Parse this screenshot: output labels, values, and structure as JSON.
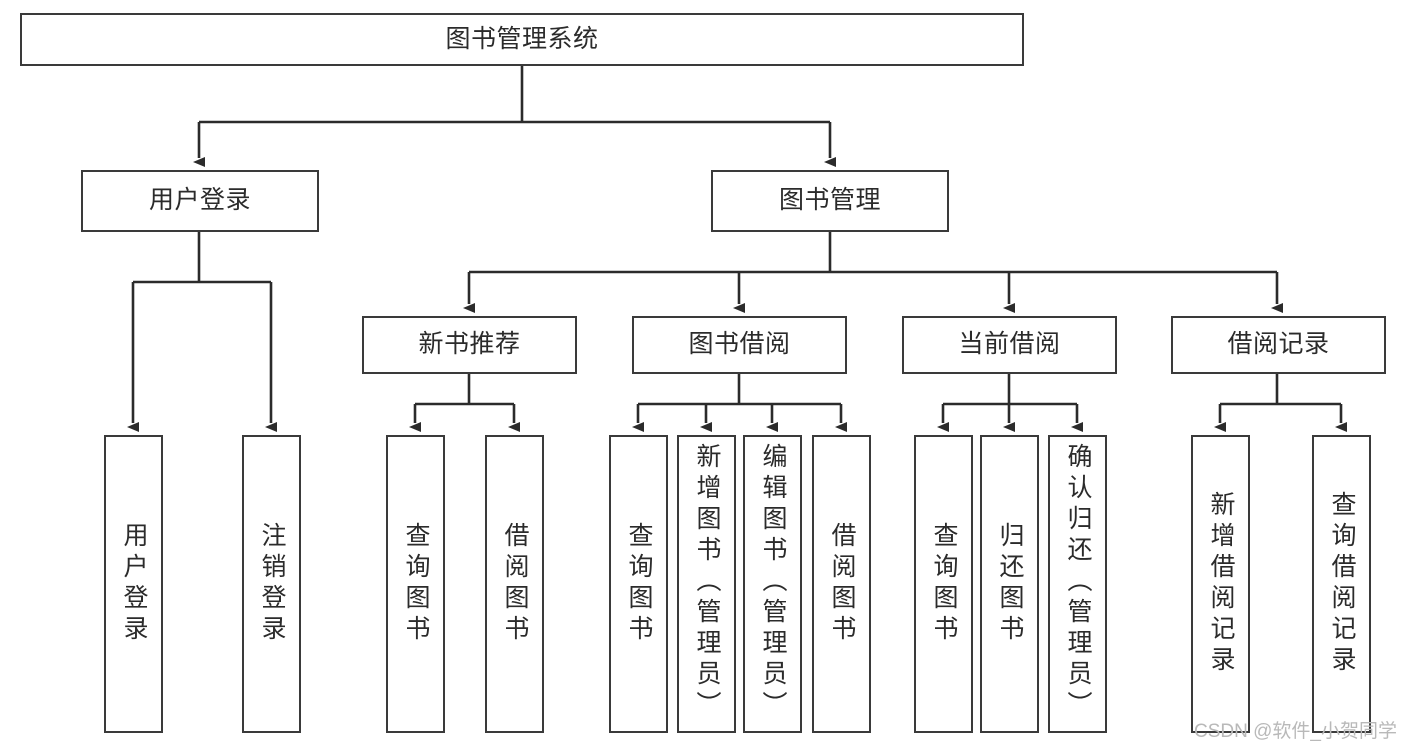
{
  "diagram": {
    "title": "图书管理系统",
    "type": "tree",
    "colors": {
      "background": "#ffffff",
      "box_border": "#3a3a3a",
      "edge": "#2b2b2b",
      "text": "#2b2b2b",
      "watermark": "#b9b9b9"
    },
    "root": {
      "label": "图书管理系统"
    },
    "level1": [
      {
        "label": "用户登录"
      },
      {
        "label": "图书管理"
      }
    ],
    "level2": [
      {
        "label": "新书推荐"
      },
      {
        "label": "图书借阅"
      },
      {
        "label": "当前借阅"
      },
      {
        "label": "借阅记录"
      }
    ],
    "leaves": {
      "user_login": [
        {
          "label": "用户登录"
        },
        {
          "label": "注销登录"
        }
      ],
      "new_book": [
        {
          "label": "查询图书"
        },
        {
          "label": "借阅图书"
        }
      ],
      "book_borrow": [
        {
          "label": "查询图书"
        },
        {
          "label": "新增图书（管理员）"
        },
        {
          "label": "编辑图书（管理员）"
        },
        {
          "label": "借阅图书"
        }
      ],
      "current_borrow": [
        {
          "label": "查询图书"
        },
        {
          "label": "归还图书"
        },
        {
          "label": "确认归还（管理员）"
        }
      ],
      "borrow_record": [
        {
          "label": "新增借阅记录"
        },
        {
          "label": "查询借阅记录"
        }
      ]
    }
  },
  "watermark": {
    "text": "CSDN @软件_小贺同学"
  }
}
